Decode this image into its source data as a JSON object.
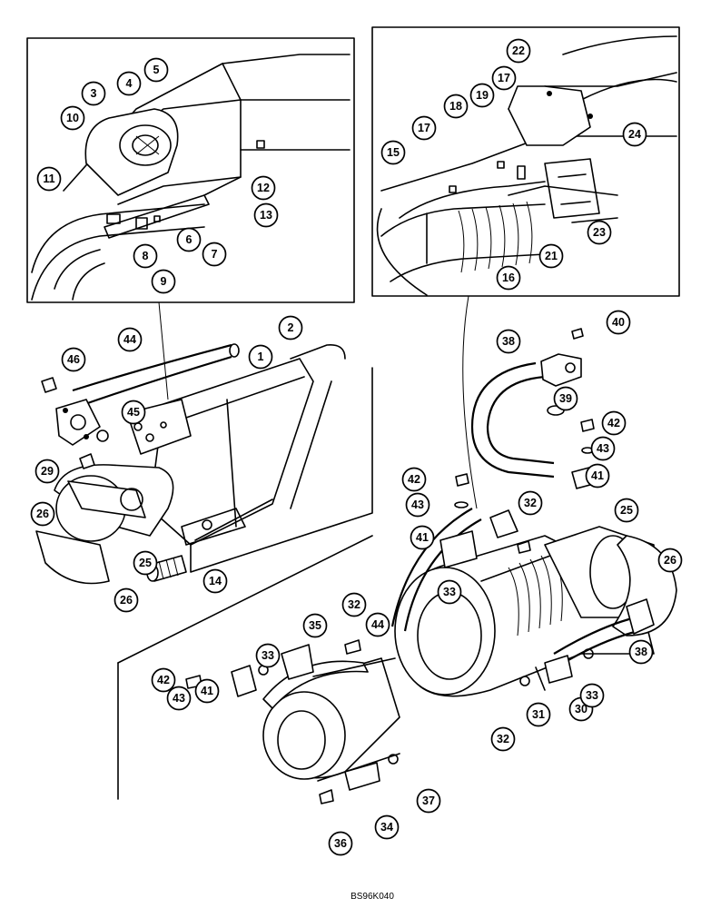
{
  "figure_code": "BS96K040",
  "callouts": [
    "1",
    "2",
    "3",
    "4",
    "5",
    "6",
    "7",
    "8",
    "9",
    "10",
    "11",
    "12",
    "13",
    "14",
    "15",
    "16",
    "17",
    "17",
    "18",
    "19",
    "21",
    "22",
    "23",
    "24",
    "25",
    "25",
    "26",
    "26",
    "26",
    "29",
    "30",
    "31",
    "32",
    "32",
    "32",
    "33",
    "33",
    "33",
    "34",
    "35",
    "36",
    "37",
    "38",
    "38",
    "39",
    "40",
    "41",
    "41",
    "41",
    "42",
    "42",
    "42",
    "43",
    "43",
    "43",
    "44",
    "44",
    "45",
    "46"
  ]
}
